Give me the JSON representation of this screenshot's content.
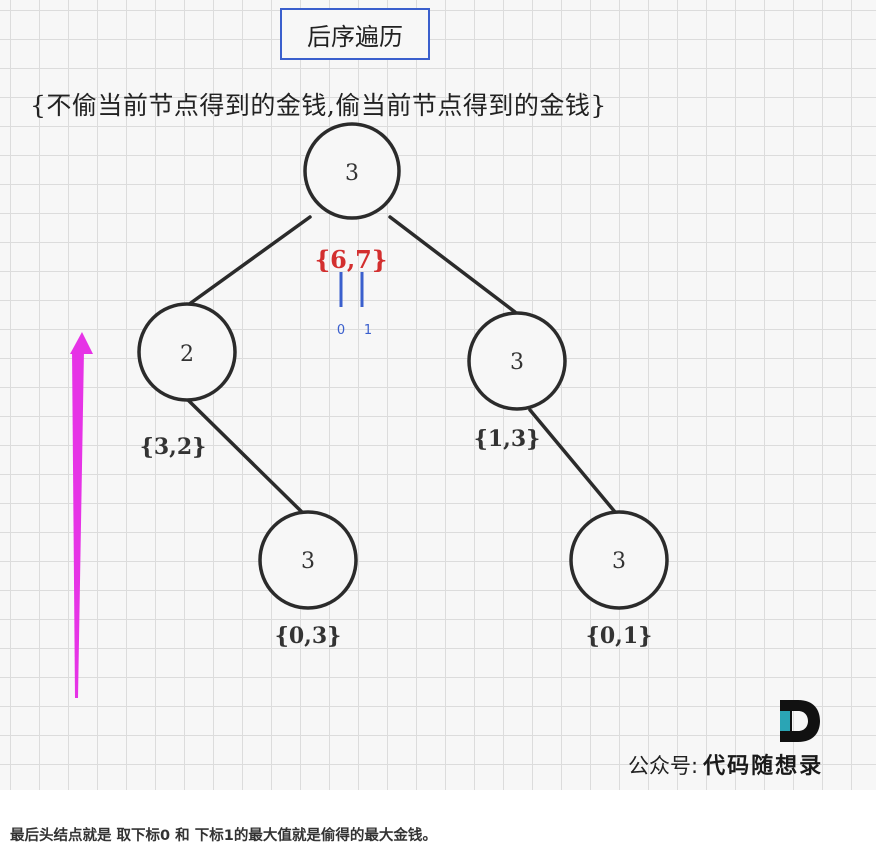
{
  "title": "后序遍历",
  "subtitle": "{不偷当前节点得到的金钱,偷当前节点得到的金钱}",
  "tree": {
    "root": {
      "value": "3",
      "pair": "{6,7}"
    },
    "left": {
      "value": "2",
      "pair": "{3,2}"
    },
    "right": {
      "value": "3",
      "pair": "{1,3}"
    },
    "left_child": {
      "value": "3",
      "pair": "{0,3}"
    },
    "right_child": {
      "value": "3",
      "pair": "{0,1}"
    }
  },
  "index_labels": [
    "0",
    "1"
  ],
  "colors": {
    "root_pair": "#d32f2f",
    "index_marker": "#3a5fcd",
    "arrow": "#e633e6",
    "title_border": "#3a5fcd",
    "logo_dark": "#111111",
    "logo_teal": "#2aa5b5"
  },
  "icons": {
    "arrow": "up-arrow-icon",
    "logo": "logo-d-icon"
  },
  "watermark": {
    "label": "公众号:",
    "brand": "代码随想录"
  },
  "caption": "最后头结点就是 取下标0 和 下标1的最大值就是偷得的最大金钱。"
}
